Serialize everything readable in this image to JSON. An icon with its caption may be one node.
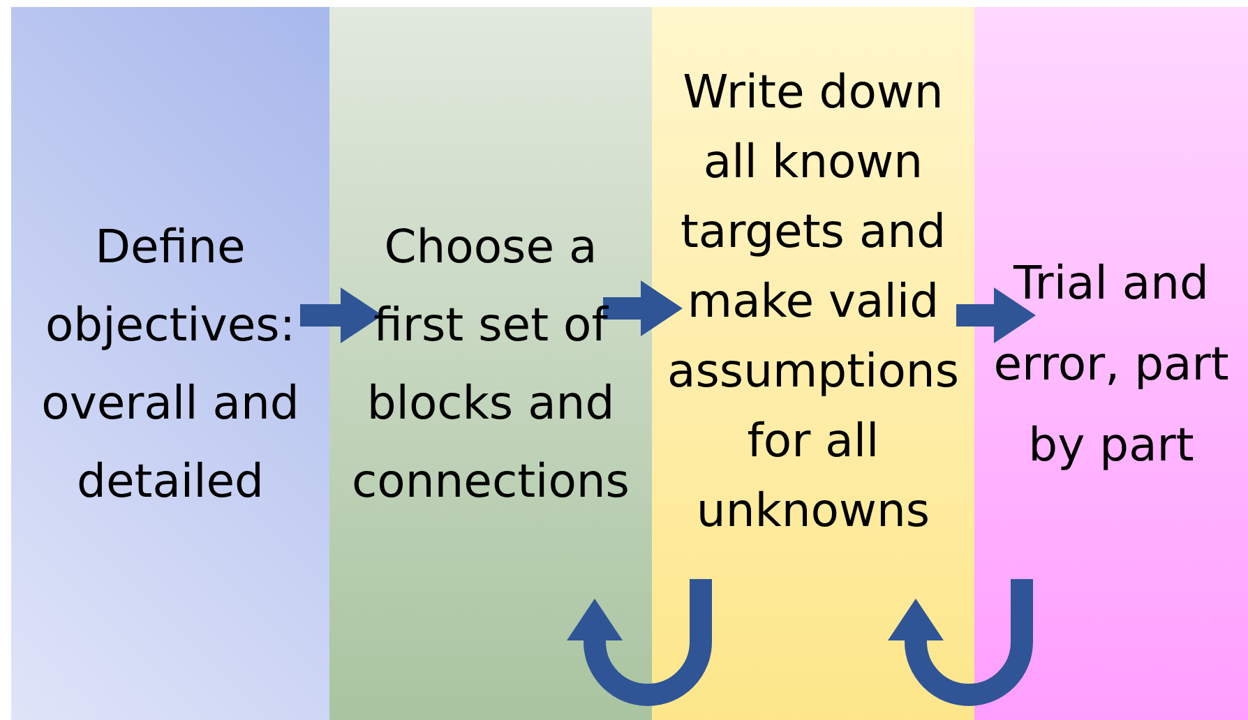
{
  "diagram": {
    "nodes": [
      {
        "text": [
          "Define objectives: overall and detailed"
        ]
      },
      {
        "text": [
          "Choose a first set of blocks and connections"
        ]
      },
      {
        "text": [
          "Write down all known targets and make valid assumptions for all unknowns"
        ]
      },
      {
        "text": [
          "Trial and error, part by part"
        ]
      }
    ],
    "edges": [
      {
        "from": 0,
        "to": 1,
        "arrow": "to"
      },
      {
        "from": 1,
        "to": 2,
        "arrow": "to"
      },
      {
        "from": 2,
        "to": 3,
        "arrow": "to"
      },
      {
        "from": 2,
        "to": 1,
        "arrow": "to"
      },
      {
        "from": 3,
        "to": 2,
        "arrow": "to"
      }
    ]
  }
}
